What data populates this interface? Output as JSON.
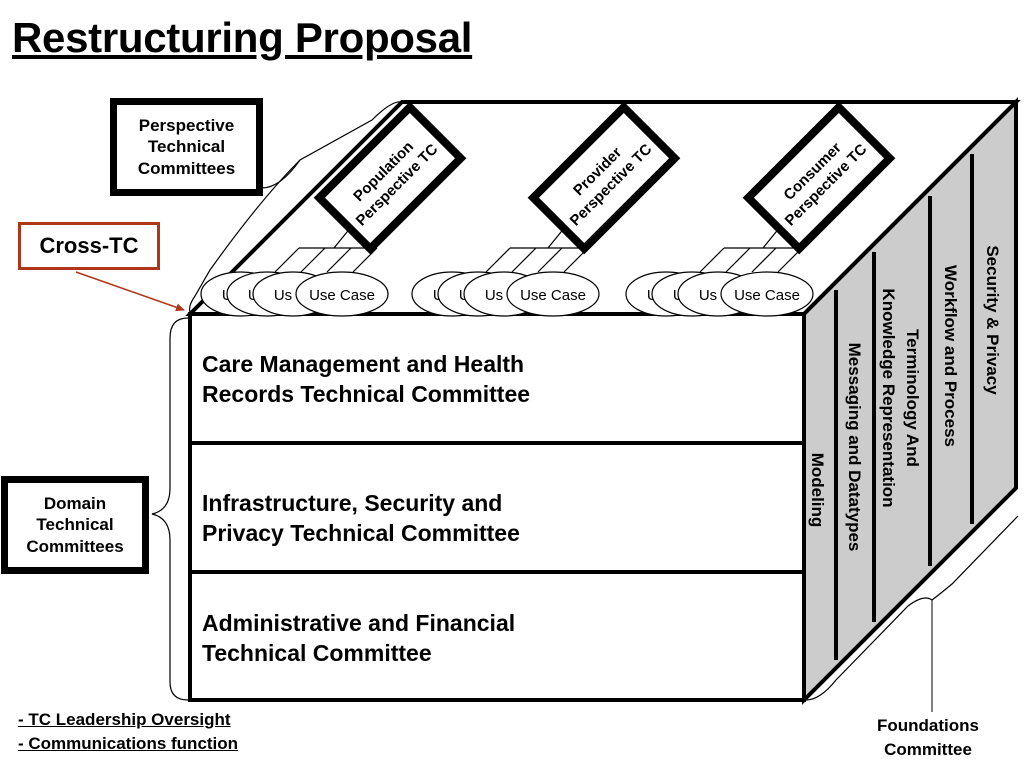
{
  "title": "Restructuring Proposal",
  "labels": {
    "perspective": "Perspective\nTechnical\nCommittees",
    "cross_tc": "Cross-TC",
    "domain": "Domain\nTechnical\nCommittees",
    "foundations": "Foundations\nCommittee"
  },
  "perspective_tcs": [
    {
      "name": "Population\nPerspective TC"
    },
    {
      "name": "Provider\nPerspective TC"
    },
    {
      "name": "Consumer\nPerspective TC"
    }
  ],
  "use_case": {
    "short": "Us",
    "full": "Use Case"
  },
  "domain_tcs": [
    {
      "name": "Care Management and Health\nRecords Technical Committee"
    },
    {
      "name": "Infrastructure, Security and\nPrivacy Technical Committee"
    },
    {
      "name": "Administrative and Financial\nTechnical Committee"
    }
  ],
  "foundation_tcs": [
    {
      "name": "Modeling"
    },
    {
      "name": "Messaging and Datatypes"
    },
    {
      "name": "Terminology And\nKnowledge Representation"
    },
    {
      "name": "Workflow and Process"
    },
    {
      "name": "Security & Privacy"
    }
  ],
  "oversight": [
    "- TC Leadership Oversight",
    "- Communications function"
  ],
  "colors": {
    "side_fill": "#cccccc",
    "cross_tc_border": "#b0361a",
    "arrow": "#b0361a"
  }
}
